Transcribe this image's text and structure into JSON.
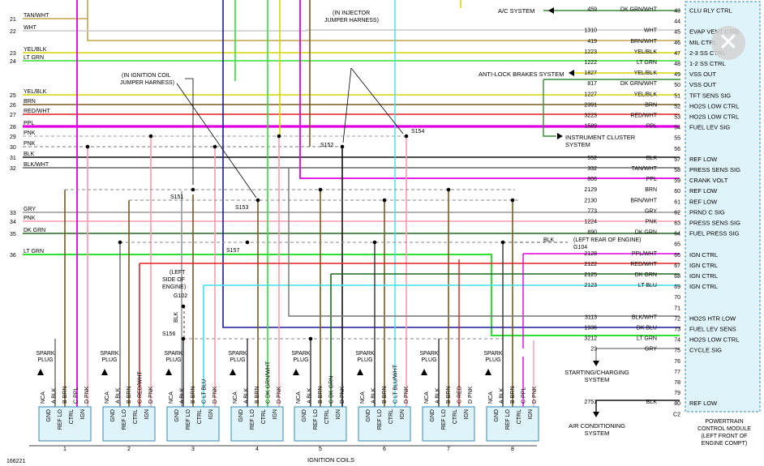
{
  "left_wires": [
    {
      "num": "21",
      "color": "TAN/WHT"
    },
    {
      "num": "22",
      "color": "WHT"
    },
    {
      "num": "23",
      "color": "YEL/BLK"
    },
    {
      "num": "24",
      "color": "LT GRN"
    },
    {
      "num": "25",
      "color": "YEL/BLK"
    },
    {
      "num": "26",
      "color": "BRN"
    },
    {
      "num": "27",
      "color": "RED/WHT"
    },
    {
      "num": "28",
      "color": "PPL"
    },
    {
      "num": "29",
      "color": "PNK"
    },
    {
      "num": "30",
      "color": "PNK"
    },
    {
      "num": "31",
      "color": "BLK"
    },
    {
      "num": "32",
      "color": "BLK/WHT"
    },
    {
      "num": "33",
      "color": "GRY"
    },
    {
      "num": "34",
      "color": "PNK"
    },
    {
      "num": "35",
      "color": "DK GRN"
    },
    {
      "num": "36",
      "color": "LT GRN"
    }
  ],
  "pins": [
    {
      "pin": "43",
      "circuit": "459",
      "color": "DK GRN/WHT",
      "func": "CLU RLY CTRL"
    },
    {
      "pin": "44",
      "circuit": "",
      "color": "",
      "func": ""
    },
    {
      "pin": "45",
      "circuit": "1310",
      "color": "WHT",
      "func": "EVAP VENT CTRL"
    },
    {
      "pin": "46",
      "circuit": "419",
      "color": "BRN/WHT",
      "func": "MIL CTRL"
    },
    {
      "pin": "47",
      "circuit": "1223",
      "color": "YEL/BLK",
      "func": "2-3 SS CTRL"
    },
    {
      "pin": "48",
      "circuit": "1222",
      "color": "LT GRN",
      "func": "1-2 SS CTRL"
    },
    {
      "pin": "49",
      "circuit": "1827",
      "color": "YEL/BLK",
      "func": "VSS OUT"
    },
    {
      "pin": "50",
      "circuit": "817",
      "color": "DK GRN/WHT",
      "func": "VSS OUT"
    },
    {
      "pin": "51",
      "circuit": "1227",
      "color": "YEL/BLK",
      "func": "TFT SENS SIG"
    },
    {
      "pin": "52",
      "circuit": "2391",
      "color": "BRN",
      "func": "HO2S LOW CTRL"
    },
    {
      "pin": "53",
      "circuit": "3223",
      "color": "RED/WHT",
      "func": "HO2S LOW CTRL"
    },
    {
      "pin": "54",
      "circuit": "1589",
      "color": "PPL",
      "func": "FUEL LEV SIG"
    },
    {
      "pin": "55",
      "circuit": "",
      "color": "",
      "func": ""
    },
    {
      "pin": "56",
      "circuit": "",
      "color": "",
      "func": ""
    },
    {
      "pin": "57",
      "circuit": "552",
      "color": "BLK",
      "func": "REF LOW"
    },
    {
      "pin": "58",
      "circuit": "332",
      "color": "TAN/WHT",
      "func": "PRESS SENS SIG"
    },
    {
      "pin": "59",
      "circuit": "806",
      "color": "PPL",
      "func": "CRANK VOLT"
    },
    {
      "pin": "60",
      "circuit": "2129",
      "color": "BRN",
      "func": "REF LOW"
    },
    {
      "pin": "61",
      "circuit": "2130",
      "color": "BRN/WHT",
      "func": "REF LOW"
    },
    {
      "pin": "62",
      "circuit": "773",
      "color": "GRY",
      "func": "PRND C SIG"
    },
    {
      "pin": "63",
      "circuit": "1224",
      "color": "PNK",
      "func": "PRESS SENS SIG"
    },
    {
      "pin": "64",
      "circuit": "890",
      "color": "DK GRN",
      "func": "FUEL PRESS SIG"
    },
    {
      "pin": "65",
      "circuit": "",
      "color": "",
      "func": ""
    },
    {
      "pin": "66",
      "circuit": "2128",
      "color": "PPL/WHT",
      "func": "IGN CTRL"
    },
    {
      "pin": "67",
      "circuit": "2122",
      "color": "RED/WHT",
      "func": "IGN CTRL"
    },
    {
      "pin": "68",
      "circuit": "2125",
      "color": "DK GRN",
      "func": "IGN CTRL"
    },
    {
      "pin": "69",
      "circuit": "2123",
      "color": "LT BLU",
      "func": "IGN CTRL"
    },
    {
      "pin": "70",
      "circuit": "",
      "color": "",
      "func": ""
    },
    {
      "pin": "71",
      "circuit": "",
      "color": "",
      "func": ""
    },
    {
      "pin": "72",
      "circuit": "3113",
      "color": "BLK/WHT",
      "func": "HO2S HTR LOW"
    },
    {
      "pin": "73",
      "circuit": "1936",
      "color": "DK BLU",
      "func": "FUEL LEV SENS"
    },
    {
      "pin": "74",
      "circuit": "3212",
      "color": "LT GRN",
      "func": "HO2S LOW CTRL"
    },
    {
      "pin": "75",
      "circuit": "23",
      "color": "GRY",
      "func": "CYCLE SIG"
    },
    {
      "pin": "76",
      "circuit": "",
      "color": "",
      "func": ""
    },
    {
      "pin": "77",
      "circuit": "",
      "color": "",
      "func": ""
    },
    {
      "pin": "78",
      "circuit": "",
      "color": "",
      "func": ""
    },
    {
      "pin": "79",
      "circuit": "",
      "color": "",
      "func": ""
    },
    {
      "pin": "80",
      "circuit": "2751",
      "color": "BLK",
      "func": "REF LOW"
    },
    {
      "pin": "C2",
      "circuit": "",
      "color": "",
      "func": ""
    }
  ],
  "pcm_label": [
    "POWERTRAIN",
    "CONTROL MODULE",
    "(LEFT FRONT OF",
    "ENGINE COMPT)"
  ],
  "destinations": {
    "ac_system": "A/C SYSTEM",
    "abs": "ANTI-LOCK BRAKES SYSTEM",
    "instrument_cluster": [
      "INSTRUMENT CLUSTER",
      "SYSTEM"
    ],
    "starting": [
      "STARTING/CHARGING",
      "SYSTEM"
    ],
    "air_conditioning": [
      "AIR CONDITIONING",
      "SYSTEM"
    ]
  },
  "callouts": {
    "injector": [
      "(IN INJECTOR",
      "JUMPER HARNESS)"
    ],
    "ignition_coil": [
      "(IN IGNITION COIL",
      "JUMPER HARNESS)"
    ],
    "g102": [
      "(LEFT",
      "SIDE OF",
      "ENGINE)",
      "G102"
    ],
    "g104": [
      "BLK",
      "(LEFT REAR OF ENGINE)",
      "G104"
    ],
    "g102_wire": "BLK"
  },
  "splices": [
    "S151",
    "S152",
    "S153",
    "S154",
    "S156",
    "S157"
  ],
  "coils": [
    {
      "id": "1",
      "wires": [
        "NCA",
        "A BLK",
        "B BRN",
        "C PPL",
        "D PNK"
      ]
    },
    {
      "id": "2",
      "wires": [
        "NCA",
        "A BLK",
        "B BRN",
        "C RED/WHT",
        "D PNK"
      ]
    },
    {
      "id": "3",
      "wires": [
        "NCA",
        "A BLK",
        "B BRN",
        "C LT BLU",
        "D PNK"
      ]
    },
    {
      "id": "4",
      "wires": [
        "NCA",
        "A BLK",
        "B BRN",
        "C DK GRN/WHT",
        "D PNK"
      ]
    },
    {
      "id": "5",
      "wires": [
        "NCA",
        "A BLK",
        "B BRN",
        "C DK GRN",
        "D PNK"
      ]
    },
    {
      "id": "6",
      "wires": [
        "NCA",
        "A BLK",
        "B BRN",
        "C LT BLU/WHT",
        "D PNK"
      ]
    },
    {
      "id": "7",
      "wires": [
        "NCA",
        "A BLK",
        "B BRN",
        "C RED",
        "D PNK"
      ]
    },
    {
      "id": "8",
      "wires": [
        "NCA",
        "A BLK",
        "B BRN",
        "C PPL",
        "D PNK"
      ]
    }
  ],
  "coil_pins": [
    "GND",
    "REF LO",
    "CTRL",
    "IGN"
  ],
  "spark_plug": [
    "SPARK",
    "PLUG"
  ],
  "footer": {
    "id": "166221",
    "title": "IGNITION COILS"
  },
  "close_icon_glyph": "✕"
}
